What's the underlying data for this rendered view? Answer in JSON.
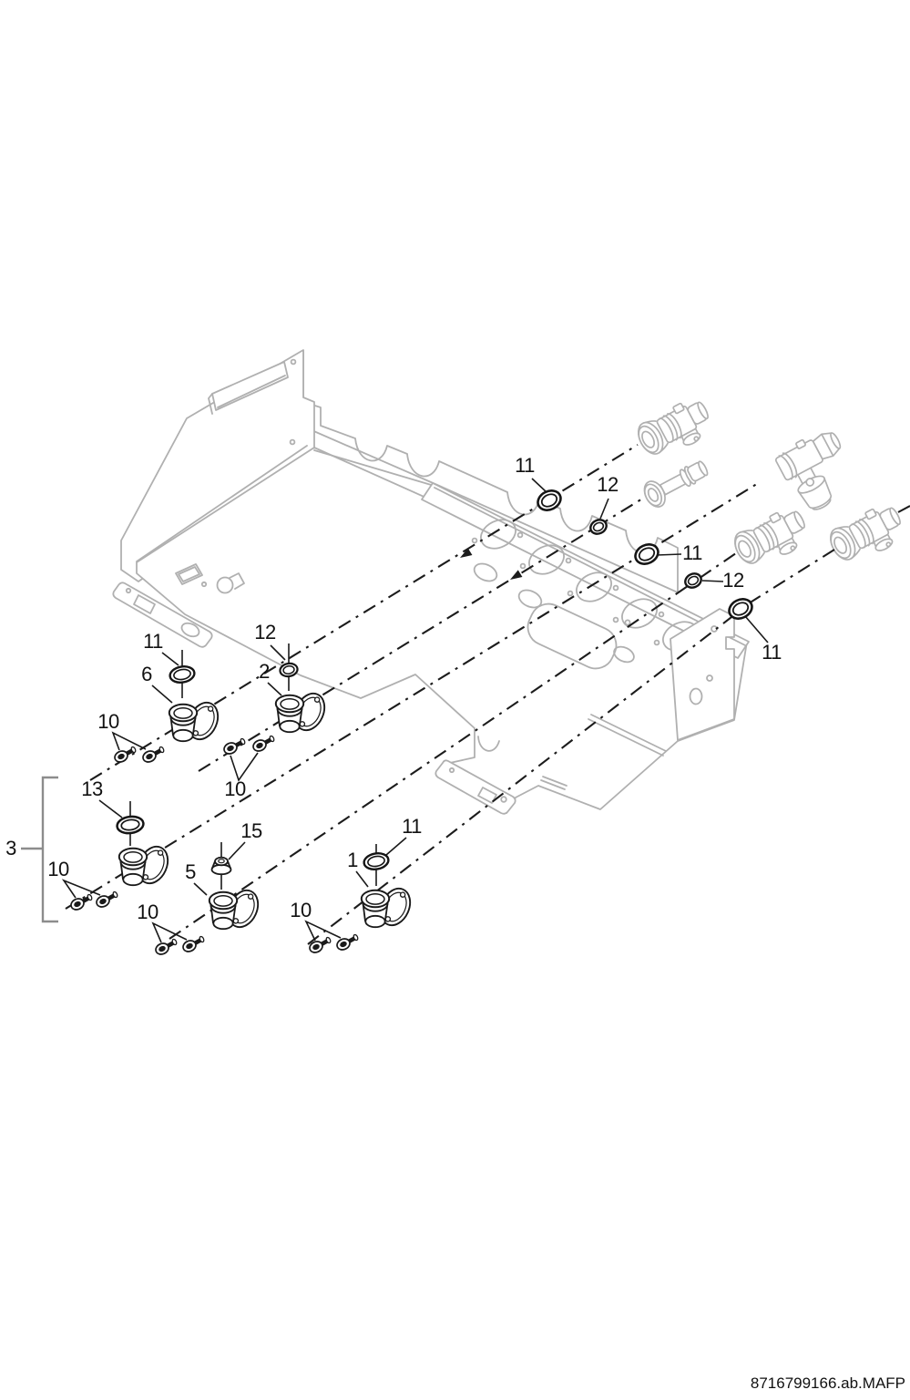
{
  "diagram": {
    "kind": "exploded-parts-diagram",
    "footer_code": "8716799166.ab.MAFP",
    "part_numbers_visible": [
      "1",
      "2",
      "3",
      "5",
      "6",
      "10",
      "11",
      "12",
      "13",
      "15"
    ],
    "colors": {
      "ink": "#1a1a1a",
      "hardware_gray": "#b0b0b0",
      "bracket_gray": "#8c8c8c"
    }
  },
  "callouts": [
    {
      "text": "11"
    },
    {
      "text": "12"
    },
    {
      "text": "11"
    },
    {
      "text": "12"
    },
    {
      "text": "11"
    },
    {
      "text": "11"
    },
    {
      "text": "12"
    },
    {
      "text": "6"
    },
    {
      "text": "2"
    },
    {
      "text": "10"
    },
    {
      "text": "10"
    },
    {
      "text": "13"
    },
    {
      "text": "3"
    },
    {
      "text": "10"
    },
    {
      "text": "15"
    },
    {
      "text": "5"
    },
    {
      "text": "1"
    },
    {
      "text": "11"
    },
    {
      "text": "10"
    },
    {
      "text": "10"
    }
  ]
}
